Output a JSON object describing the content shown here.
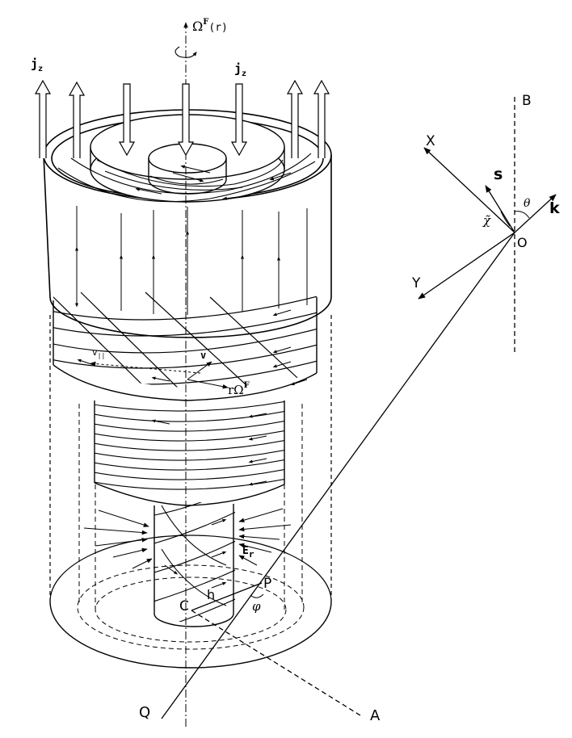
{
  "figure": {
    "labels": {
      "omega": "Ω",
      "omega_sup": "F",
      "omega_arg": "(r)",
      "jz_left": "j",
      "jz_right": "j",
      "jz_sub": "z",
      "axis_B": "B",
      "axis_X": "X",
      "axis_Y": "Y",
      "vec_s": "s",
      "vec_k": "k",
      "angle_theta": "θ",
      "angle_chi": "χ̃",
      "point_O": "O",
      "v_parallel": "v",
      "v_parallel_sub": "||",
      "v": "v",
      "r_omega": "rΩ",
      "r_omega_sup": "F",
      "E_r": "E",
      "E_r_sub": "r",
      "point_P": "P",
      "point_C": "C",
      "dist_h": "h",
      "angle_phi": "φ",
      "point_Q": "Q",
      "point_A": "A"
    }
  }
}
